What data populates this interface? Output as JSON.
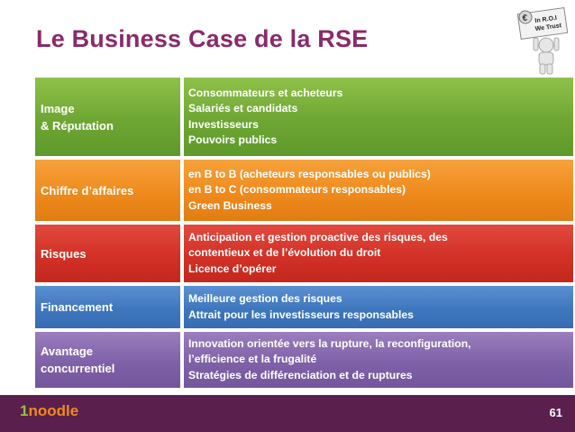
{
  "title": "Le Business Case de la RSE",
  "sign": {
    "line1": "In R.O.I",
    "line2": "We Trust",
    "symbol": "€"
  },
  "rows": [
    {
      "label": "Image\n& Réputation",
      "color": "#6ea633",
      "items": [
        "Consommateurs et acheteurs",
        "Salariés et candidats",
        "Investisseurs",
        "Pouvoirs publics"
      ]
    },
    {
      "label": "Chiffre d’affaires",
      "color": "#ef8a1c",
      "items": [
        "en B to B (acheteurs responsables ou publics)",
        "en B to C (consommateurs responsables)",
        "Green Business"
      ]
    },
    {
      "label": "Risques",
      "color": "#d23126",
      "items": [
        "Anticipation et gestion proactive des risques, des",
        "contentieux et de l’évolution du droit",
        "Licence d’opérer"
      ]
    },
    {
      "label": "Financement",
      "color": "#3f77be",
      "items": [
        "Meilleure gestion des risques",
        "Attrait pour les investisseurs responsables"
      ]
    },
    {
      "label": "Avantage\nconcurrentiel",
      "color": "#7f61a8",
      "items": [
        "Innovation orientée vers la rupture, la reconfiguration,",
        "l’efficience et la frugalité",
        "Stratégies de différenciation et de ruptures"
      ]
    }
  ],
  "footer": {
    "logo_prefix": "1",
    "logo_text": "noodle",
    "page_number": "61",
    "bar_color": "#5a1f4d"
  }
}
